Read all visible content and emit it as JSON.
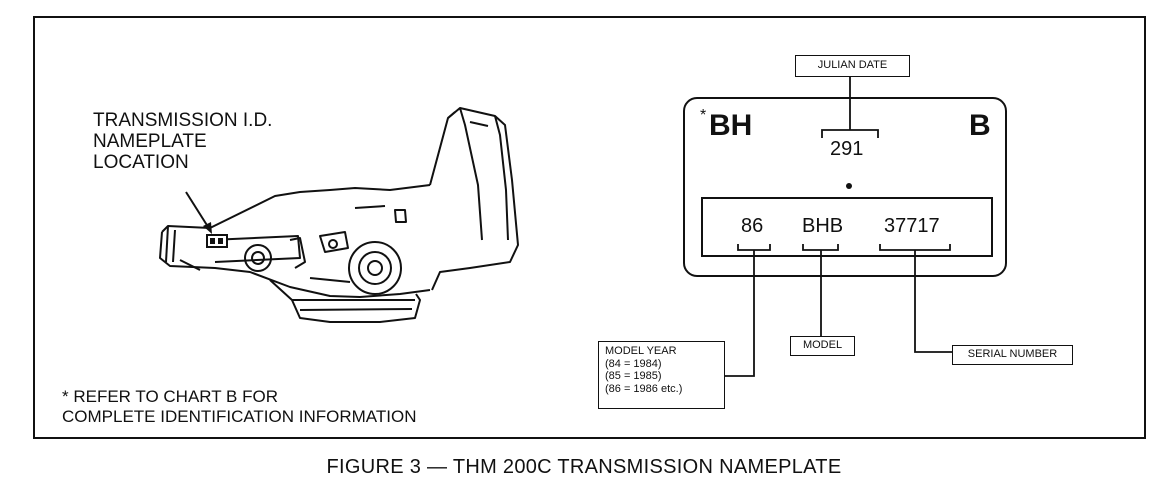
{
  "location_label": [
    "TRANSMISSION I.D.",
    "NAMEPLATE",
    "LOCATION"
  ],
  "footnote": [
    "* REFER TO CHART B FOR",
    "COMPLETE IDENTIFICATION INFORMATION"
  ],
  "caption": "FIGURE 3 — THM 200C TRANSMISSION NAMEPLATE",
  "nameplate": {
    "asterisk": "*",
    "left_code": "BH",
    "right_code": "B",
    "julian_value": "291",
    "model_year_value": "86",
    "model_value": "BHB",
    "serial_value": "37717"
  },
  "callouts": {
    "julian_date": "JULIAN DATE",
    "model": "MODEL",
    "serial_number": "SERIAL NUMBER",
    "model_year": [
      "MODEL YEAR",
      "(84 = 1984)",
      "(85 = 1985)",
      "(86 = 1986 etc.)"
    ]
  }
}
